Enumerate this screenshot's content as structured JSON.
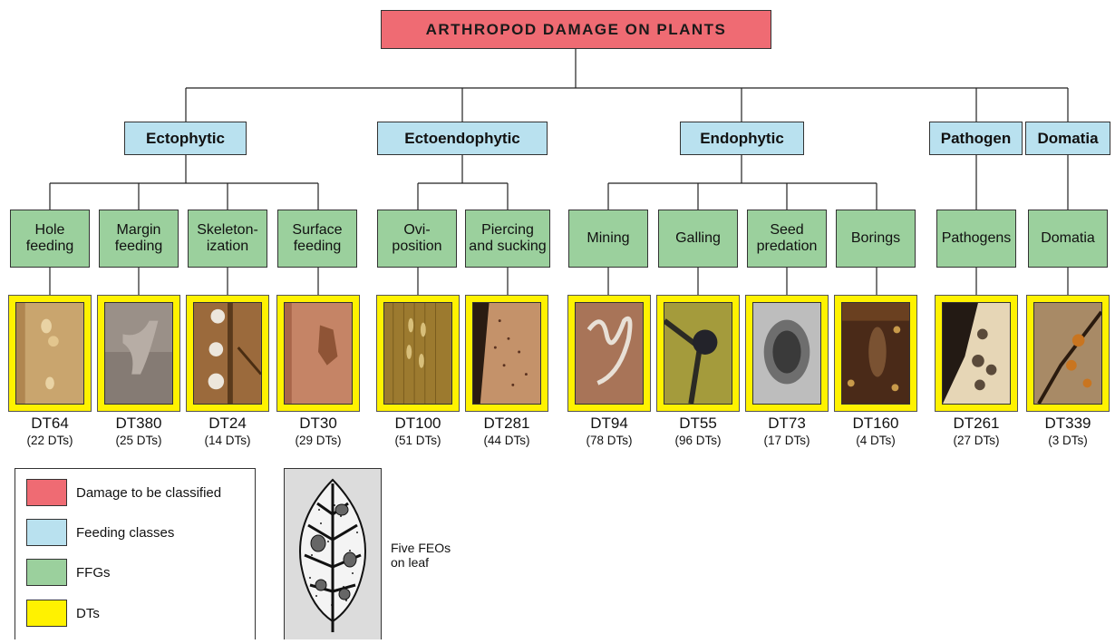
{
  "title": "ARTHROPOD DAMAGE ON PLANTS",
  "feeding_classes": [
    {
      "label": "Ectophytic"
    },
    {
      "label": "Ectoendophytic"
    },
    {
      "label": "Endophytic"
    },
    {
      "label": "Pathogen"
    },
    {
      "label": "Domatia"
    }
  ],
  "ffgs": [
    {
      "label": "Hole\nfeeding"
    },
    {
      "label": "Margin\nfeeding"
    },
    {
      "label": "Skeleton-\nization"
    },
    {
      "label": "Surface\nfeeding"
    },
    {
      "label": "Ovi-\nposition"
    },
    {
      "label": "Piercing\nand sucking"
    },
    {
      "label": "Mining"
    },
    {
      "label": "Galling"
    },
    {
      "label": "Seed\npredation"
    },
    {
      "label": "Borings"
    },
    {
      "label": "Pathogens"
    },
    {
      "label": "Domatia"
    }
  ],
  "dts": [
    {
      "code": "DT64",
      "count": "(22 DTs)"
    },
    {
      "code": "DT380",
      "count": "(25 DTs)"
    },
    {
      "code": "DT24",
      "count": "(14 DTs)"
    },
    {
      "code": "DT30",
      "count": "(29 DTs)"
    },
    {
      "code": "DT100",
      "count": "(51 DTs)"
    },
    {
      "code": "DT281",
      "count": "(44 DTs)"
    },
    {
      "code": "DT94",
      "count": "(78 DTs)"
    },
    {
      "code": "DT55",
      "count": "(96 DTs)"
    },
    {
      "code": "DT73",
      "count": "(17 DTs)"
    },
    {
      "code": "DT160",
      "count": "(4 DTs)"
    },
    {
      "code": "DT261",
      "count": "(27 DTs)"
    },
    {
      "code": "DT339",
      "count": "(3 DTs)"
    }
  ],
  "legend": [
    {
      "label": "Damage to be classified",
      "color": "#ef6b73"
    },
    {
      "label": "Feeding classes",
      "color": "#b9e1ef"
    },
    {
      "label": "FFGs",
      "color": "#9bd09d"
    },
    {
      "label": "DTs",
      "color": "#fff200"
    }
  ],
  "leaf_caption": "Five FEOs\non leaf"
}
